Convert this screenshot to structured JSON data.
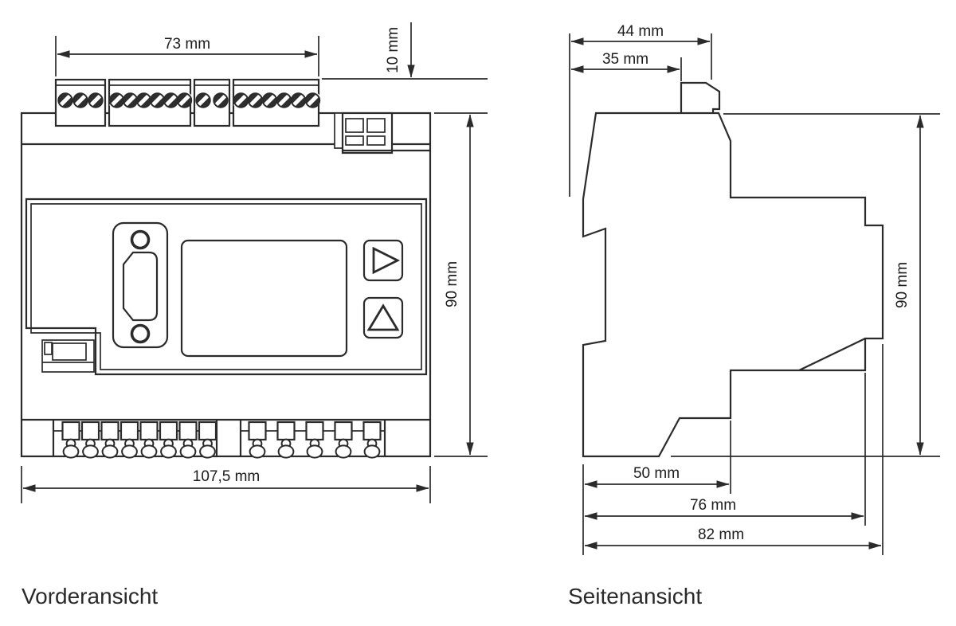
{
  "drawing": {
    "background": "#ffffff",
    "line_color": "#2b2b2b",
    "front_view": {
      "caption": "Vorderansicht",
      "dims": {
        "terminal_width": "73 mm",
        "top_offset": "10 mm",
        "height": "90 mm",
        "total_width": "107,5 mm"
      },
      "terminal_blocks_top_screw_counts": [
        3,
        6,
        2,
        6
      ],
      "terminal_bottom_counts": [
        8,
        5
      ]
    },
    "side_view": {
      "caption": "Seitenansicht",
      "dims": {
        "top_width": "44 mm",
        "rail_width": "35 mm",
        "height": "90 mm",
        "depth_rail": "50 mm",
        "depth_body": "76 mm",
        "depth_total": "82 mm"
      }
    }
  }
}
